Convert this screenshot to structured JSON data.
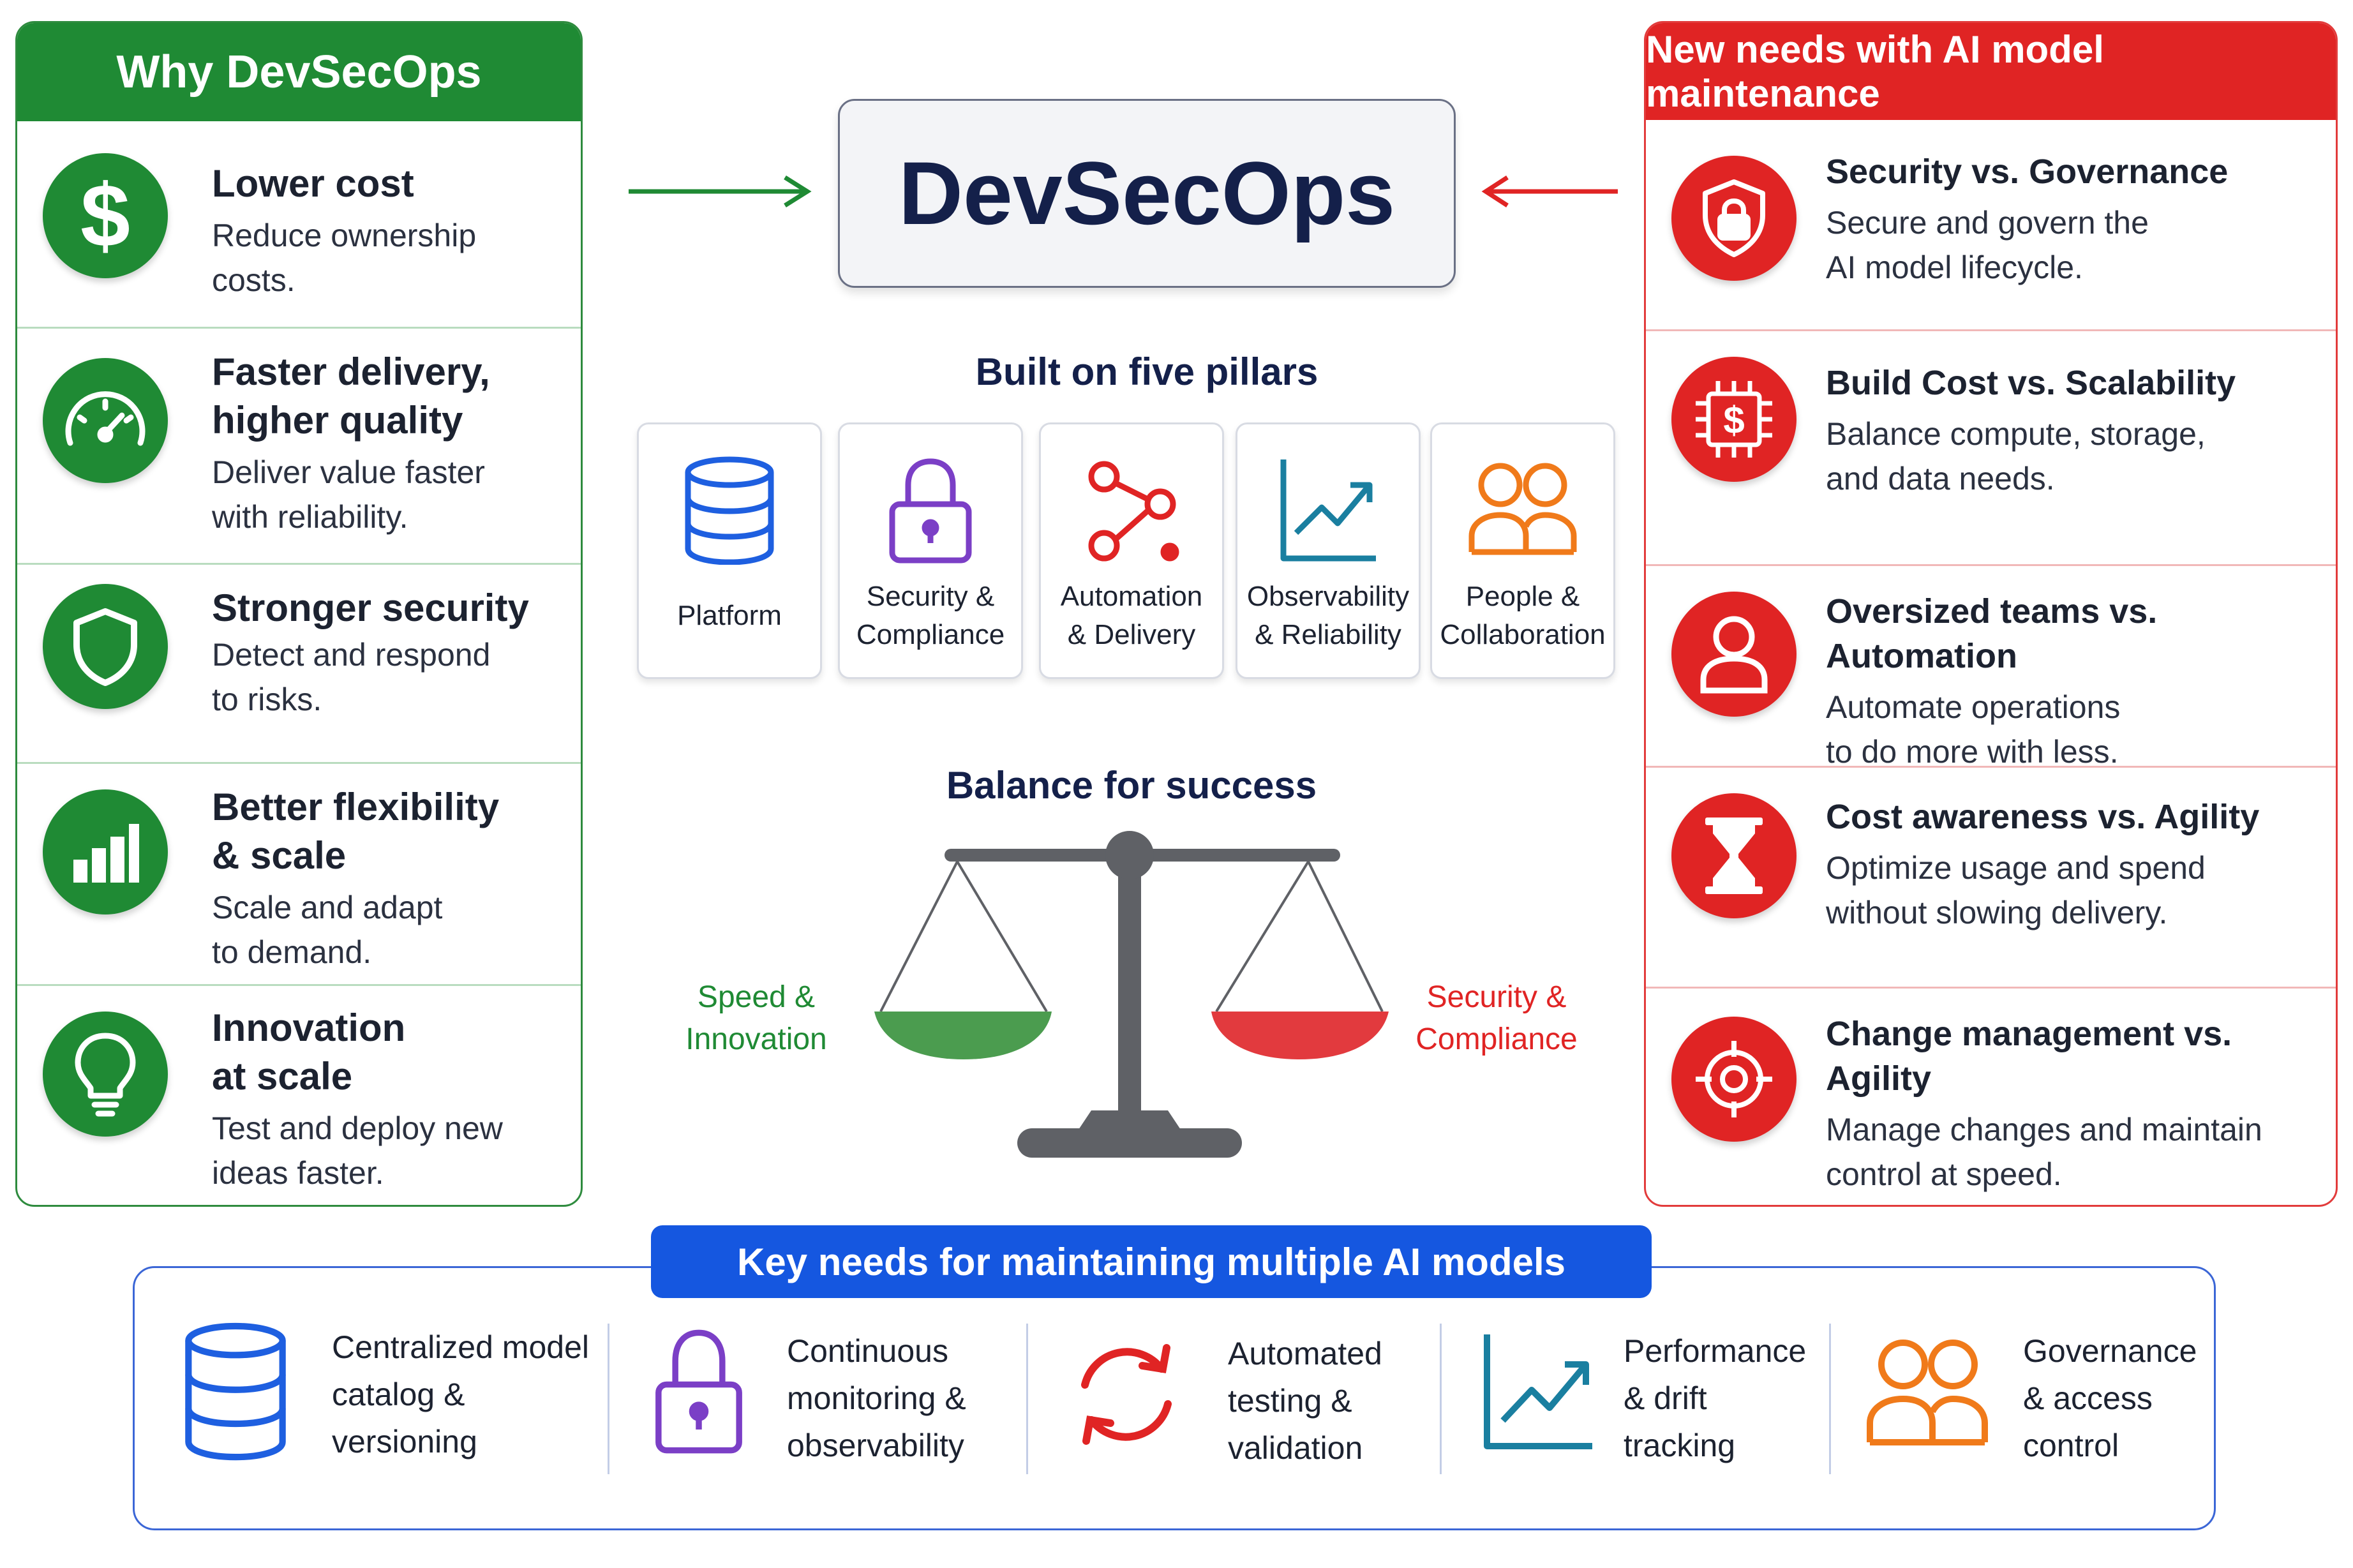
{
  "left_panel": {
    "title": "Why DevSecOps",
    "items": [
      {
        "icon": "dollar-icon",
        "title_lines": [
          "Lower cost"
        ],
        "desc_lines": [
          "Reduce ownership",
          "costs."
        ]
      },
      {
        "icon": "speedometer-icon",
        "title_lines": [
          "Faster delivery,",
          "higher quality"
        ],
        "desc_lines": [
          "Deliver value faster",
          "with reliability."
        ]
      },
      {
        "icon": "shield-icon",
        "title_lines": [
          "Stronger security"
        ],
        "desc_lines": [
          "Detect and respond",
          "to risks."
        ]
      },
      {
        "icon": "bar-chart-icon",
        "title_lines": [
          "Better flexibility",
          "& scale"
        ],
        "desc_lines": [
          "Scale and adapt",
          "to demand."
        ]
      },
      {
        "icon": "lightbulb-icon",
        "title_lines": [
          "Innovation",
          "at scale"
        ],
        "desc_lines": [
          "Test and deploy new",
          "ideas faster."
        ]
      }
    ]
  },
  "center": {
    "title": "DevSecOps",
    "pillars_title": "Built on five pillars",
    "pillars": [
      {
        "icon": "database-icon",
        "lines": [
          "Platform"
        ]
      },
      {
        "icon": "padlock-icon",
        "lines": [
          "Security &",
          "Compliance"
        ]
      },
      {
        "icon": "workflow-icon",
        "lines": [
          "Automation",
          "& Delivery"
        ]
      },
      {
        "icon": "line-chart-icon",
        "lines": [
          "Observability",
          "& Reliability"
        ]
      },
      {
        "icon": "people-icon",
        "lines": [
          "People &",
          "Collaboration"
        ]
      }
    ],
    "balance_title": "Balance for success",
    "balance_left": [
      "Speed &",
      "Innovation"
    ],
    "balance_right": [
      "Security &",
      "Compliance"
    ]
  },
  "right_panel": {
    "title": "New needs with AI model maintenance",
    "items": [
      {
        "icon": "shield-lock-icon",
        "title": "Security vs. Governance",
        "desc_lines": [
          "Secure and govern the",
          "AI model lifecycle."
        ]
      },
      {
        "icon": "chip-cost-icon",
        "title": "Build Cost vs. Scalability",
        "desc_lines": [
          "Balance compute, storage,",
          "and data needs."
        ]
      },
      {
        "icon": "person-icon",
        "title": "Oversized teams vs. Automation",
        "desc_lines": [
          "Automate operations",
          "to do more with less."
        ]
      },
      {
        "icon": "hourglass-icon",
        "title": "Cost awareness vs. Agility",
        "desc_lines": [
          "Optimize usage and spend",
          "without slowing delivery."
        ]
      },
      {
        "icon": "target-icon",
        "title": "Change management vs. Agility",
        "desc_lines": [
          "Manage changes and maintain",
          "control at speed."
        ]
      }
    ]
  },
  "bottom": {
    "title": "Key needs for maintaining multiple AI models",
    "items": [
      {
        "icon": "database-icon",
        "lines": [
          "Centralized model",
          "catalog &",
          "versioning"
        ]
      },
      {
        "icon": "padlock-icon",
        "lines": [
          "Continuous",
          "monitoring &",
          "observability"
        ]
      },
      {
        "icon": "refresh-icon",
        "lines": [
          "Automated",
          "testing &",
          "validation"
        ]
      },
      {
        "icon": "line-chart-icon",
        "lines": [
          "Performance",
          "& drift",
          "tracking"
        ]
      },
      {
        "icon": "people-icon",
        "lines": [
          "Governance",
          "& access",
          "control"
        ]
      }
    ]
  },
  "colors": {
    "green": "#1f8a34",
    "red": "#e02424",
    "blue": "#1557e0",
    "navy": "#14204a"
  }
}
